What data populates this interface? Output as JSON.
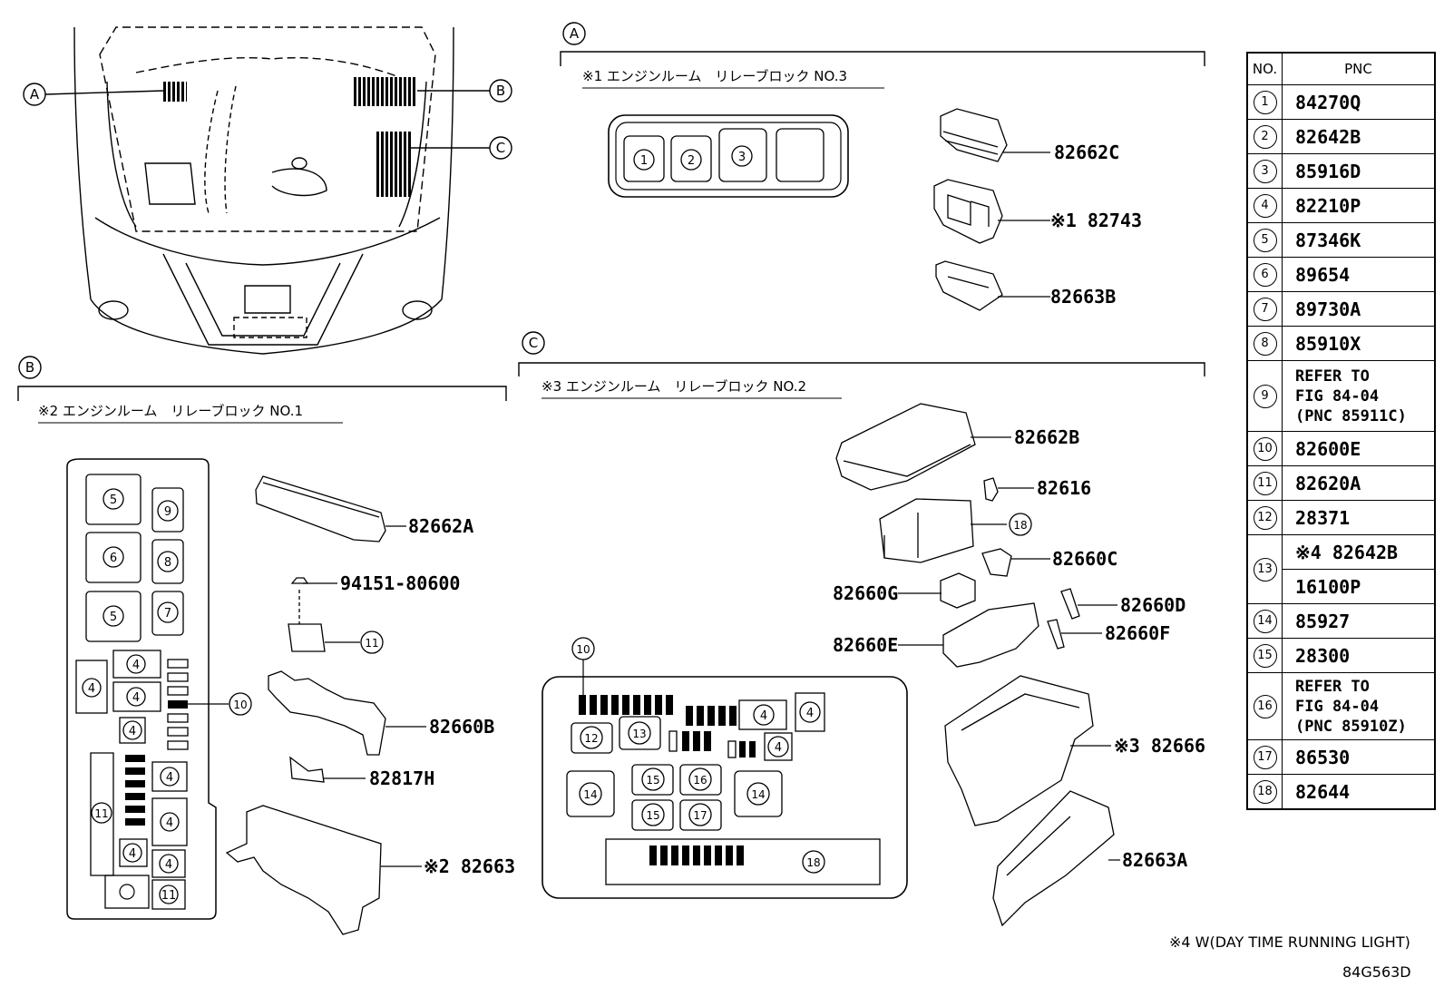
{
  "callouts": {
    "a": "A",
    "b": "B",
    "c": "C"
  },
  "sections": {
    "a": {
      "title": "※1 エンジンルーム　リレーブロック NO.3",
      "slots": [
        "1",
        "2",
        "3"
      ],
      "parts": [
        "82662C",
        "※1 82743",
        "82663B"
      ]
    },
    "b": {
      "title": "※2 エンジンルーム　リレーブロック NO.1",
      "slots": [
        "5",
        "9",
        "6",
        "8",
        "5",
        "7",
        "4",
        "4",
        "4",
        "4",
        "4",
        "4",
        "4",
        "4",
        "11"
      ],
      "parts": [
        "82662A",
        "94151-80600",
        "11",
        "10",
        "82660B",
        "82817H",
        "※2 82663"
      ]
    },
    "c": {
      "title": "※3 エンジンルーム　リレーブロック NO.2",
      "slots": [
        "10",
        "12",
        "13",
        "4",
        "4",
        "4",
        "14",
        "15",
        "16",
        "14",
        "15",
        "17",
        "18"
      ],
      "parts": [
        "82662B",
        "82616",
        "18",
        "82660C",
        "82660G",
        "82660D",
        "82660E",
        "82660F",
        "※3 82666",
        "82663A"
      ]
    }
  },
  "table": {
    "header": {
      "no": "NO.",
      "pnc": "PNC"
    },
    "rows": [
      {
        "no": "1",
        "pnc": "84270Q"
      },
      {
        "no": "2",
        "pnc": "82642B"
      },
      {
        "no": "3",
        "pnc": "85916D"
      },
      {
        "no": "4",
        "pnc": "82210P"
      },
      {
        "no": "5",
        "pnc": "87346K"
      },
      {
        "no": "6",
        "pnc": "89654"
      },
      {
        "no": "7",
        "pnc": "89730A"
      },
      {
        "no": "8",
        "pnc": "85910X"
      },
      {
        "no": "9",
        "pnc_lines": [
          "REFER TO",
          "FIG 84-04",
          "(PNC 85911C)"
        ]
      },
      {
        "no": "10",
        "pnc": "82600E"
      },
      {
        "no": "11",
        "pnc": "82620A"
      },
      {
        "no": "12",
        "pnc": "28371"
      },
      {
        "no": "13",
        "pnc_a": "※4 82642B",
        "pnc_b": "16100P"
      },
      {
        "no": "14",
        "pnc": "85927"
      },
      {
        "no": "15",
        "pnc": "28300"
      },
      {
        "no": "16",
        "pnc_lines": [
          "REFER TO",
          "FIG 84-04",
          "(PNC 85910Z)"
        ]
      },
      {
        "no": "17",
        "pnc": "86530"
      },
      {
        "no": "18",
        "pnc": "82644"
      }
    ]
  },
  "footnote": "※4 W(DAY TIME RUNNING LIGHT)",
  "figure_id": "84G563D"
}
